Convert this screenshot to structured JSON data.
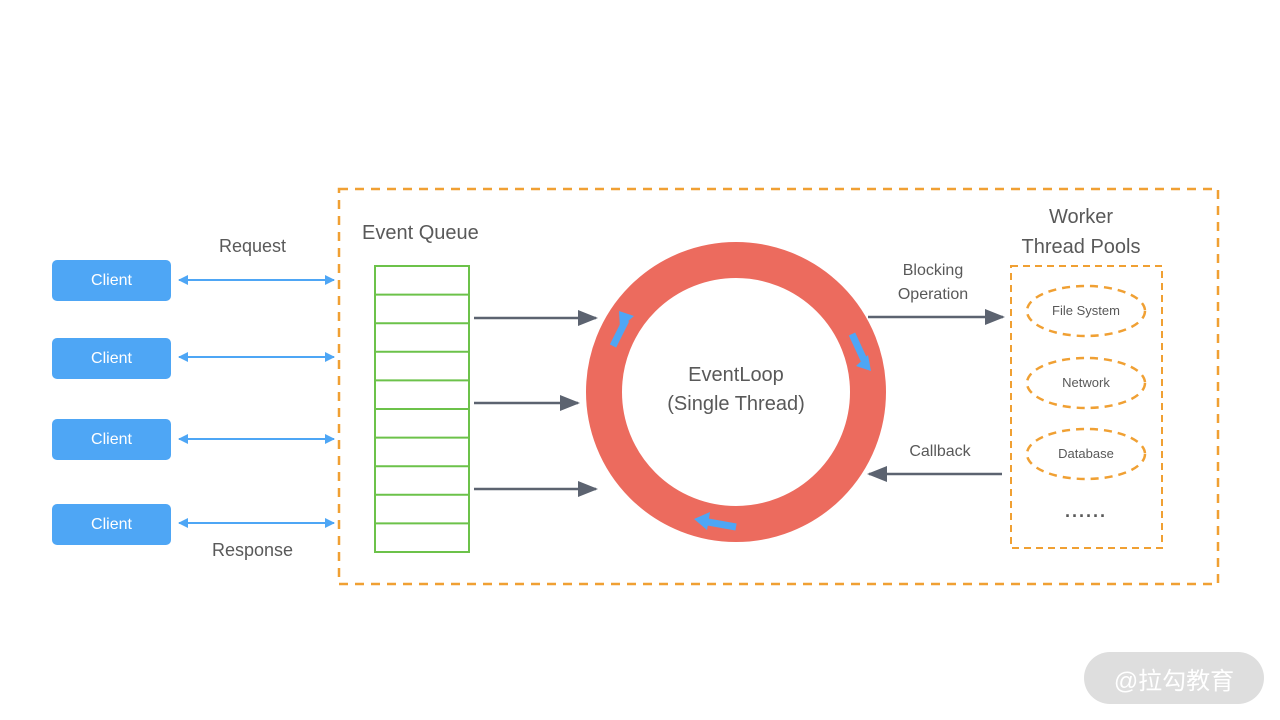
{
  "clients": [
    {
      "label": "Client"
    },
    {
      "label": "Client"
    },
    {
      "label": "Client"
    },
    {
      "label": "Client"
    }
  ],
  "labels": {
    "request": "Request",
    "response": "Response",
    "event_queue": "Event Queue",
    "eventloop_line1": "EventLoop",
    "eventloop_line2": "(Single Thread)",
    "blocking_line1": "Blocking",
    "blocking_line2": "Operation",
    "callback": "Callback",
    "worker_line1": "Worker",
    "worker_line2": "Thread Pools"
  },
  "pool_items": [
    {
      "label": "File System"
    },
    {
      "label": "Network"
    },
    {
      "label": "Database"
    },
    {
      "label": "······"
    }
  ],
  "watermark": "@拉勾教育",
  "colors": {
    "client_blue": "#4ea6f5",
    "arrow_blue": "#4ea6f5",
    "ring_red": "#ec6b5e",
    "orange_dashed": "#f0a033",
    "queue_green": "#6cc24a",
    "arrow_gray": "#5c6370",
    "text_gray": "#595959"
  }
}
